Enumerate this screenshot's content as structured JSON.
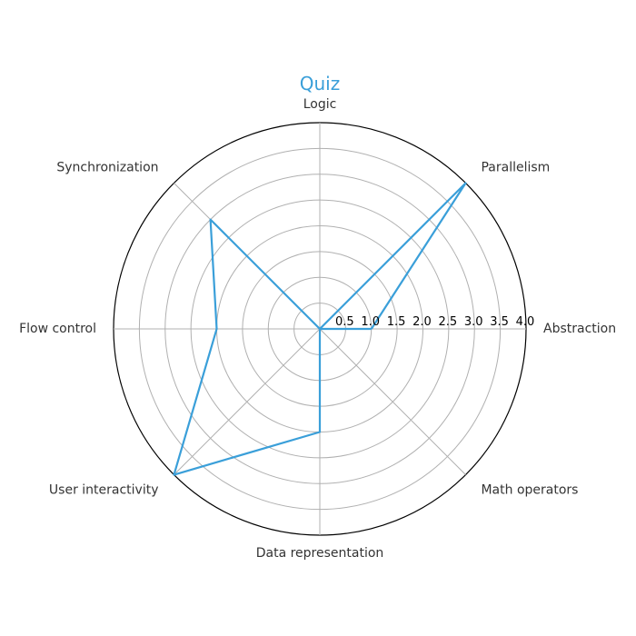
{
  "chart_data": {
    "type": "radar",
    "title": "Quiz",
    "categories": [
      "Abstraction",
      "Parallelism",
      "Logic",
      "Synchronization",
      "Flow control",
      "User interactivity",
      "Data representation",
      "Math operators"
    ],
    "series": [
      {
        "values": [
          1,
          4,
          0,
          3,
          2,
          4,
          2,
          0
        ]
      }
    ],
    "rlim": [
      0,
      4
    ],
    "rticks": [
      0.5,
      1.0,
      1.5,
      2.0,
      2.5,
      3.0,
      3.5,
      4.0
    ],
    "rtick_labels": [
      "0.5",
      "1.0",
      "1.5",
      "2.0",
      "2.5",
      "3.0",
      "3.5",
      "4.0"
    ],
    "grid": true,
    "start_angle": "right",
    "direction": "counterclockwise"
  },
  "colors": {
    "series": "#3a9fd9",
    "title": "#3a9fd9",
    "grid": "#b0b0b0",
    "outer_ring": "#000000",
    "axis_label": "#333333",
    "tick_label": "#000000"
  }
}
